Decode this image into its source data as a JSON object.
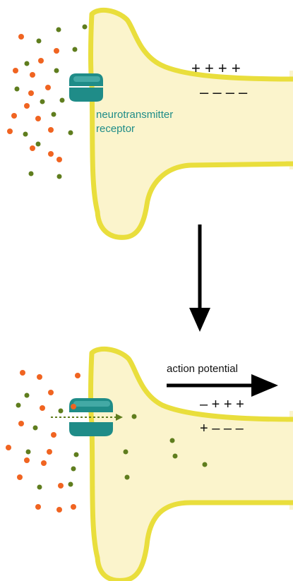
{
  "colors": {
    "membrane": "#e9de3c",
    "cytoplasm": "#fbf4cc",
    "receptor": "#1f8c88",
    "receptor_light": "#5cbdb9",
    "orange_dot": "#f06421",
    "green_dot": "#5f7d1e",
    "arrow": "#000000"
  },
  "top_panel": {
    "receptor_label_line1": "neurotransmitter",
    "receptor_label_line2": "receptor",
    "charges_outside": "+ + + +",
    "charges_inside": "– – – –"
  },
  "transition_arrow": {
    "icon": "arrow-down-icon"
  },
  "bottom_panel": {
    "action_potential_label": "action potential",
    "charges_outside": "– + + +",
    "charges_inside": "+ – – –"
  }
}
